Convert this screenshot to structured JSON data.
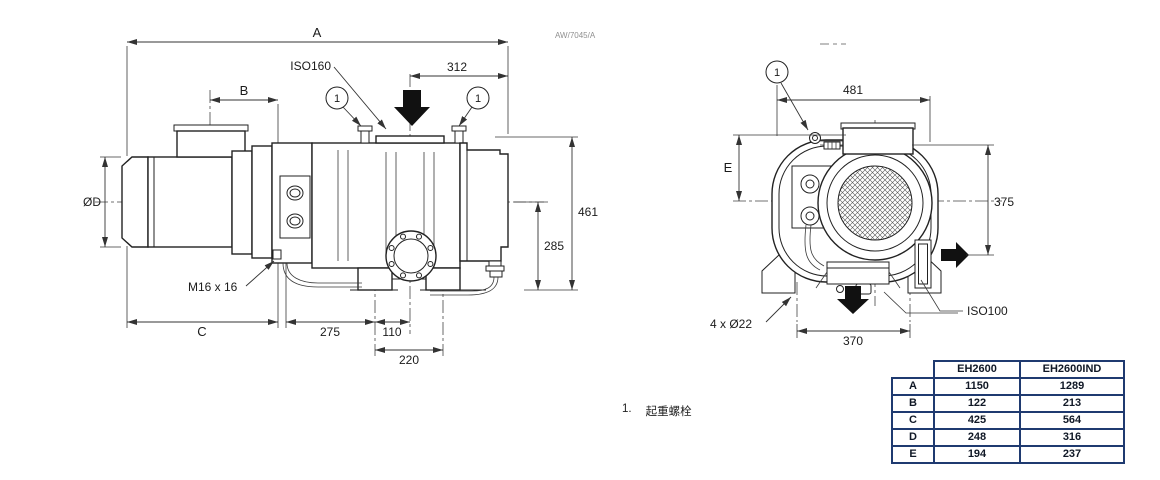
{
  "drawing_ref": "AW/7045/A",
  "colors": {
    "line": "#222222",
    "table_border": "#1f3a70",
    "table_text": "#101826",
    "ref_text": "#8f8f8f"
  },
  "side_view": {
    "callout": "1",
    "dim_overall_length": "A",
    "dim_terminal_box": "B",
    "dim_motor_length": "C",
    "dim_motor_diameter": "ØD",
    "dim_inlet_offset": "312",
    "dim_foot_offset": "275",
    "dim_foot_to_center": "110",
    "dim_foot_span": "220",
    "dim_center_height": "285",
    "dim_overall_height": "461",
    "inlet_flange_label": "ISO160",
    "bolt_label": "M16 x 16"
  },
  "end_view": {
    "callout": "1",
    "dim_width": "481",
    "dim_top_to_center": "E",
    "dim_exhaust_height": "375",
    "dim_foot_span": "370",
    "bolt_holes_label": "4 x Ø22",
    "exhaust_flange_label": "ISO100"
  },
  "note": {
    "index": "1.",
    "text": "起重螺栓"
  },
  "table": {
    "col_headers": [
      "EH2600",
      "EH2600IND"
    ],
    "rows": [
      {
        "label": "A",
        "v1": "1150",
        "v2": "1289"
      },
      {
        "label": "B",
        "v1": "122",
        "v2": "213"
      },
      {
        "label": "C",
        "v1": "425",
        "v2": "564"
      },
      {
        "label": "D",
        "v1": "248",
        "v2": "316"
      },
      {
        "label": "E",
        "v1": "194",
        "v2": "237"
      }
    ]
  }
}
